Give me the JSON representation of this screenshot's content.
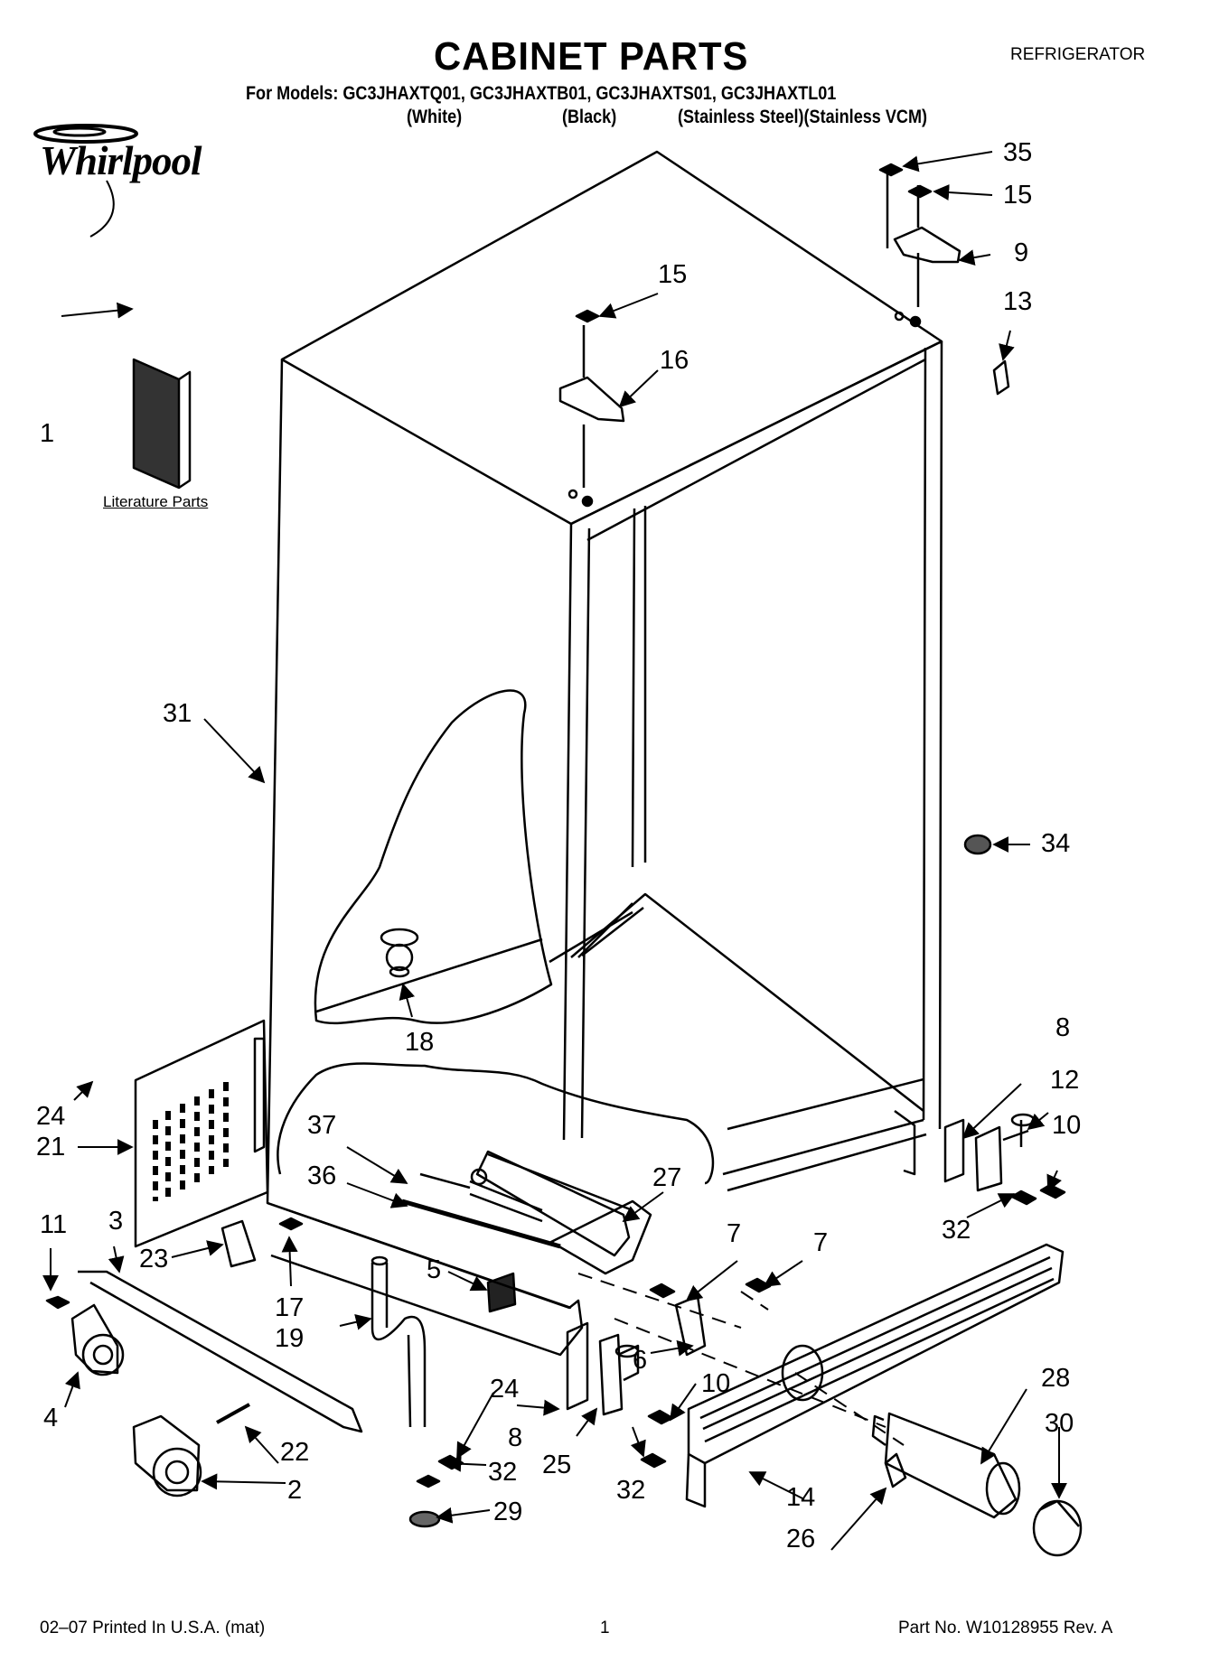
{
  "header": {
    "title": "CABINET PARTS",
    "appliance": "REFRIGERATOR",
    "models_line": "For Models: GC3JHAXTQ01, GC3JHAXTB01, GC3JHAXTS01, GC3JHAXTL01",
    "variants": [
      "(White)",
      "(Black)",
      "(Stainless Steel)(Stainless VCM)"
    ]
  },
  "brand": {
    "logo_text": "Whirlpool"
  },
  "diagram": {
    "literature_label": "Literature Parts",
    "callouts": [
      "35",
      "15",
      "9",
      "13",
      "15",
      "16",
      "1",
      "31",
      "34",
      "18",
      "8",
      "12",
      "10",
      "24",
      "21",
      "37",
      "36",
      "27",
      "32",
      "11",
      "3",
      "23",
      "17",
      "7",
      "7",
      "5",
      "19",
      "6",
      "10",
      "28",
      "30",
      "4",
      "24",
      "8",
      "25",
      "22",
      "32",
      "32",
      "14",
      "2",
      "29",
      "26"
    ]
  },
  "footer": {
    "printed": "02–07 Printed In U.S.A. (mat)",
    "page": "1",
    "part_no": "Part No. W10128955 Rev. A"
  },
  "colors": {
    "ink": "#000000",
    "paper": "#ffffff",
    "shade": "#d8d8d8"
  }
}
